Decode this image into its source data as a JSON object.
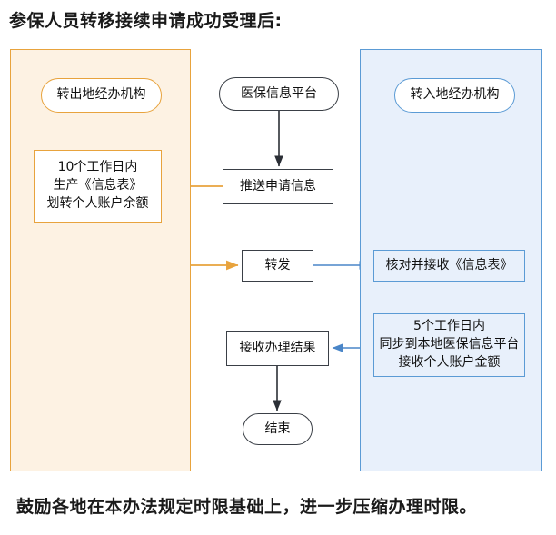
{
  "title": "参保人员转移接续申请成功受理后:",
  "footer": "鼓励各地在本办法规定时限基础上，进一步压缩办理时限。",
  "colors": {
    "orange_border": "#e8a33d",
    "orange_fill": "#fdf2e3",
    "blue_border": "#5b9bd5",
    "blue_fill": "#e8f0fb",
    "dark_border": "#3a3f46",
    "text": "#111111"
  },
  "lanes": {
    "left": {
      "name": "转出地经办机构",
      "accent": "#e8a33d"
    },
    "right": {
      "name": "转入地经办机构",
      "accent": "#5b9bd5"
    }
  },
  "nodes": {
    "source_agency": "转出地经办机构",
    "source_task": "10个工作日内\n生产《信息表》\n划转个人账户余额",
    "platform": "医保信息平台",
    "push_apply": "推送申请信息",
    "forward": "转发",
    "receive_result": "接收办理结果",
    "end": "结束",
    "target_agency": "转入地经办机构",
    "verify_receive": "核对并接收《信息表》",
    "sync_task": "5个工作日内\n同步到本地医保信息平台\n接收个人账户金额"
  },
  "edges": [
    {
      "id": "platform-to-push",
      "from": "platform",
      "to": "push_apply",
      "color": "#3a3f46"
    },
    {
      "id": "push-to-source-task",
      "from": "push_apply",
      "to": "source_task",
      "color": "#e8a33d"
    },
    {
      "id": "source-task-to-forward",
      "from": "source_task",
      "to": "forward",
      "color": "#e8a33d"
    },
    {
      "id": "forward-to-verify",
      "from": "forward",
      "to": "verify_receive",
      "color": "#5b9bd5"
    },
    {
      "id": "verify-to-sync",
      "from": "verify_receive",
      "to": "sync_task",
      "color": "#5b9bd5"
    },
    {
      "id": "sync-to-receive-result",
      "from": "sync_task",
      "to": "receive_result",
      "color": "#5b9bd5"
    },
    {
      "id": "receive-result-to-end",
      "from": "receive_result",
      "to": "end",
      "color": "#1f1f1f"
    }
  ]
}
